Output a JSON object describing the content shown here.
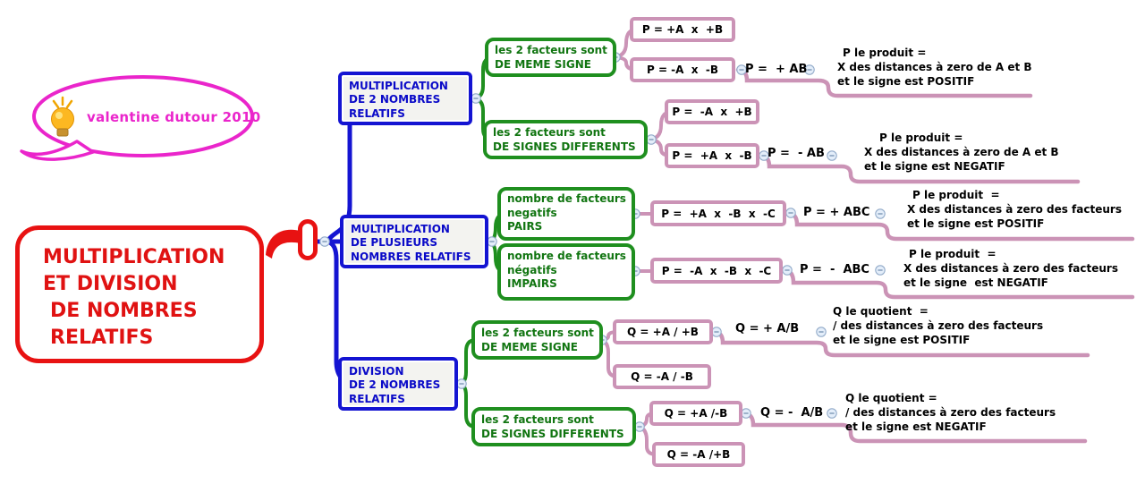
{
  "colors": {
    "root_red": "#e81212",
    "branch_blue": "#1414d2",
    "green": "#1f8f1f",
    "pink": "#cb93b6",
    "magenta": "#ea25cb",
    "text_black": "#000000"
  },
  "bubble": {
    "text": "valentine dutour 2010",
    "icon": "lightbulb-icon"
  },
  "root_topic": {
    "lines": [
      "MULTIPLICATION",
      "ET DIVISION",
      "DE NOMBRES",
      "RELATIFS"
    ]
  },
  "branch1": {
    "topic": {
      "lines": [
        "MULTIPLICATION",
        "DE 2 NOMBRES",
        "RELATIFS"
      ]
    },
    "same_sign": {
      "label": {
        "lines": [
          "les 2 facteurs sont",
          "DE MEME SIGNE"
        ]
      },
      "case1": "P = +A  x  +B",
      "case2": "P = -A  x  -B",
      "result": "P =  + AB",
      "note": {
        "lines": [
          "P le produit =",
          "X des distances à zero de A et B",
          "et le signe est POSITIF"
        ]
      }
    },
    "diff_sign": {
      "label": {
        "lines": [
          "les 2 facteurs sont",
          "DE SIGNES DIFFERENTS"
        ]
      },
      "case1": "P =  -A  x  +B",
      "case2": "P =  +A  x  -B",
      "result": "P =  - AB",
      "note": {
        "lines": [
          "P le produit =",
          "X des distances à zero de A et B",
          "et le signe est NEGATIF"
        ]
      }
    }
  },
  "branch2": {
    "topic": {
      "lines": [
        "MULTIPLICATION",
        "DE PLUSIEURS",
        "NOMBRES RELATIFS"
      ]
    },
    "pairs": {
      "label": {
        "lines": [
          "nombre de facteurs",
          "negatifs",
          "PAIRS"
        ]
      },
      "case1": "P =  +A  x  -B  x  -C",
      "result": "P = + ABC",
      "note": {
        "lines": [
          "P le produit  =",
          "X des distances à zero des facteurs",
          "et le signe est POSITIF"
        ]
      }
    },
    "impairs": {
      "label": {
        "lines": [
          "nombre de facteurs",
          "négatifs",
          "IMPAIRS"
        ]
      },
      "case1": "P =  -A  x  -B  x  -C",
      "result": "P =  -  ABC",
      "note": {
        "lines": [
          "P le produit  =",
          "X des distances à zero des facteurs",
          "et le signe  est NEGATIF"
        ]
      }
    }
  },
  "branch3": {
    "topic": {
      "lines": [
        "DIVISION",
        "DE 2 NOMBRES",
        "RELATIFS"
      ]
    },
    "same_sign": {
      "label": {
        "lines": [
          "les 2 facteurs sont",
          "DE MEME SIGNE"
        ]
      },
      "case1": "Q = +A / +B",
      "case2": "Q = -A / -B",
      "result": "Q = + A/B",
      "note": {
        "lines": [
          "Q le quotient  =",
          "/ des distances à zero des facteurs",
          "et le signe est POSITIF"
        ]
      }
    },
    "diff_sign": {
      "label": {
        "lines": [
          "les 2 facteurs sont",
          "DE SIGNES DIFFERENTS"
        ]
      },
      "case1": "Q = +A /-B",
      "case2": "Q = -A /+B",
      "result": "Q = -  A/B",
      "note": {
        "lines": [
          "Q le quotient =",
          "/ des distances à zero des facteurs",
          "et le signe est NEGATIF"
        ]
      }
    }
  }
}
